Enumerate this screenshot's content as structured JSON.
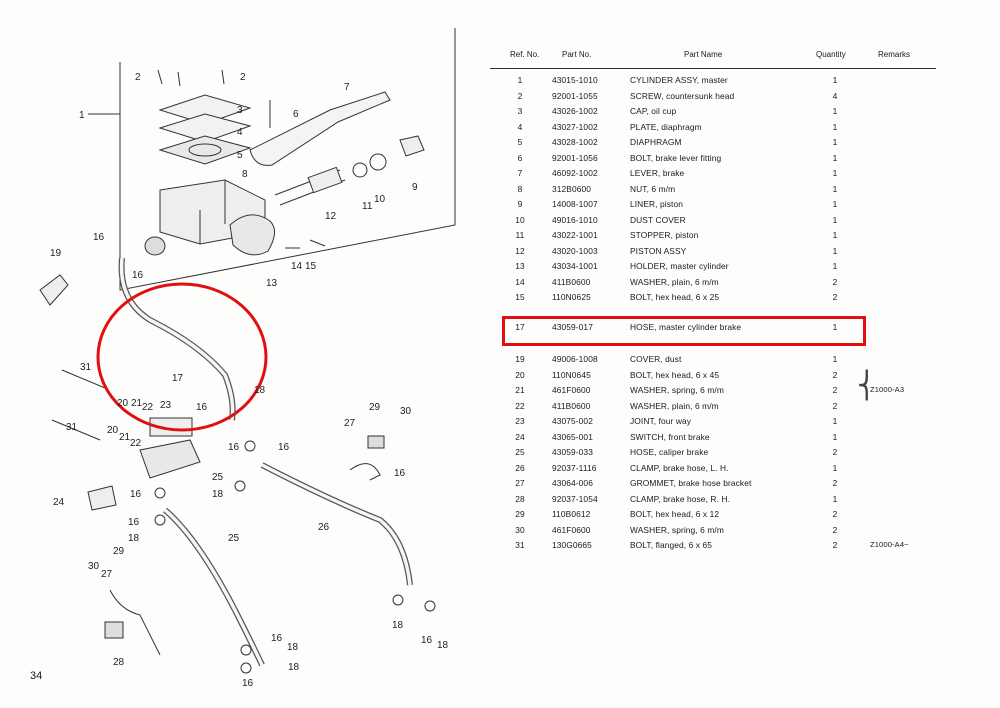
{
  "page_number": "34",
  "table": {
    "headers": {
      "ref": "Ref. No.",
      "part": "Part No.",
      "name": "Part Name",
      "qty": "Quantity",
      "remarks": "Remarks"
    },
    "rows": [
      {
        "ref": "1",
        "part": "43015-1010",
        "name": "CYLINDER ASSY, master",
        "qty": "1",
        "remarks": ""
      },
      {
        "ref": "2",
        "part": "92001-1055",
        "name": "SCREW, countersunk head",
        "qty": "4",
        "remarks": ""
      },
      {
        "ref": "3",
        "part": "43026-1002",
        "name": "CAP, oil cup",
        "qty": "1",
        "remarks": ""
      },
      {
        "ref": "4",
        "part": "43027-1002",
        "name": "PLATE, diaphragm",
        "qty": "1",
        "remarks": ""
      },
      {
        "ref": "5",
        "part": "43028-1002",
        "name": "DIAPHRAGM",
        "qty": "1",
        "remarks": ""
      },
      {
        "ref": "6",
        "part": "92001-1056",
        "name": "BOLT, brake lever fitting",
        "qty": "1",
        "remarks": ""
      },
      {
        "ref": "7",
        "part": "46092-1002",
        "name": "LEVER, brake",
        "qty": "1",
        "remarks": ""
      },
      {
        "ref": "8",
        "part": "312B0600",
        "name": "NUT, 6 m/m",
        "qty": "1",
        "remarks": ""
      },
      {
        "ref": "9",
        "part": "14008-1007",
        "name": "LINER, piston",
        "qty": "1",
        "remarks": ""
      },
      {
        "ref": "10",
        "part": "49016-1010",
        "name": "DUST COVER",
        "qty": "1",
        "remarks": ""
      },
      {
        "ref": "11",
        "part": "43022-1001",
        "name": "STOPPER, piston",
        "qty": "1",
        "remarks": ""
      },
      {
        "ref": "12",
        "part": "43020-1003",
        "name": "PISTON ASSY",
        "qty": "1",
        "remarks": ""
      },
      {
        "ref": "13",
        "part": "43034-1001",
        "name": "HOLDER, master cylinder",
        "qty": "1",
        "remarks": ""
      },
      {
        "ref": "14",
        "part": "411B0600",
        "name": "WASHER, plain, 6 m/m",
        "qty": "2",
        "remarks": ""
      },
      {
        "ref": "15",
        "part": "110N0625",
        "name": "BOLT, hex head, 6 x 25",
        "qty": "2",
        "remarks": ""
      },
      {
        "ref": "17",
        "part": "43059-017",
        "name": "HOSE, master cylinder brake",
        "qty": "1",
        "remarks": ""
      },
      {
        "ref": "19",
        "part": "49006-1008",
        "name": "COVER, dust",
        "qty": "1",
        "remarks": ""
      },
      {
        "ref": "20",
        "part": "110N0645",
        "name": "BOLT, hex head, 6 x 45",
        "qty": "2",
        "remarks": ""
      },
      {
        "ref": "21",
        "part": "461F0600",
        "name": "WASHER, spring, 6 m/m",
        "qty": "2",
        "remarks": "Z1000-A3"
      },
      {
        "ref": "22",
        "part": "411B0600",
        "name": "WASHER, plain, 6 m/m",
        "qty": "2",
        "remarks": ""
      },
      {
        "ref": "23",
        "part": "43075-002",
        "name": "JOINT, four way",
        "qty": "1",
        "remarks": ""
      },
      {
        "ref": "24",
        "part": "43065-001",
        "name": "SWITCH, front brake",
        "qty": "1",
        "remarks": ""
      },
      {
        "ref": "25",
        "part": "43059-033",
        "name": "HOSE, caliper brake",
        "qty": "2",
        "remarks": ""
      },
      {
        "ref": "26",
        "part": "92037-1116",
        "name": "CLAMP, brake hose, L. H.",
        "qty": "1",
        "remarks": ""
      },
      {
        "ref": "27",
        "part": "43064-006",
        "name": "GROMMET, brake hose bracket",
        "qty": "2",
        "remarks": ""
      },
      {
        "ref": "28",
        "part": "92037-1054",
        "name": "CLAMP, brake hose, R. H.",
        "qty": "1",
        "remarks": ""
      },
      {
        "ref": "29",
        "part": "110B0612",
        "name": "BOLT, hex head, 6 x 12",
        "qty": "2",
        "remarks": ""
      },
      {
        "ref": "30",
        "part": "461F0600",
        "name": "WASHER, spring, 6 m/m",
        "qty": "2",
        "remarks": ""
      },
      {
        "ref": "31",
        "part": "130G0665",
        "name": "BOLT, flanged, 6 x 65",
        "qty": "2",
        "remarks": "Z1000-A4~"
      }
    ]
  },
  "diagram_labels": [
    "1",
    "2",
    "2",
    "3",
    "4",
    "5",
    "6",
    "7",
    "8",
    "9",
    "10",
    "11",
    "12",
    "13",
    "14",
    "15",
    "16",
    "16",
    "19",
    "17",
    "18",
    "31",
    "31",
    "20",
    "21",
    "22",
    "20",
    "21",
    "22",
    "23",
    "16",
    "16",
    "16",
    "24",
    "16",
    "18",
    "16",
    "18",
    "25",
    "25",
    "26",
    "29",
    "30",
    "27",
    "28",
    "27",
    "29",
    "30",
    "16",
    "18",
    "16",
    "18",
    "16",
    "18",
    "16",
    "18"
  ],
  "highlight_color": "#e01010"
}
